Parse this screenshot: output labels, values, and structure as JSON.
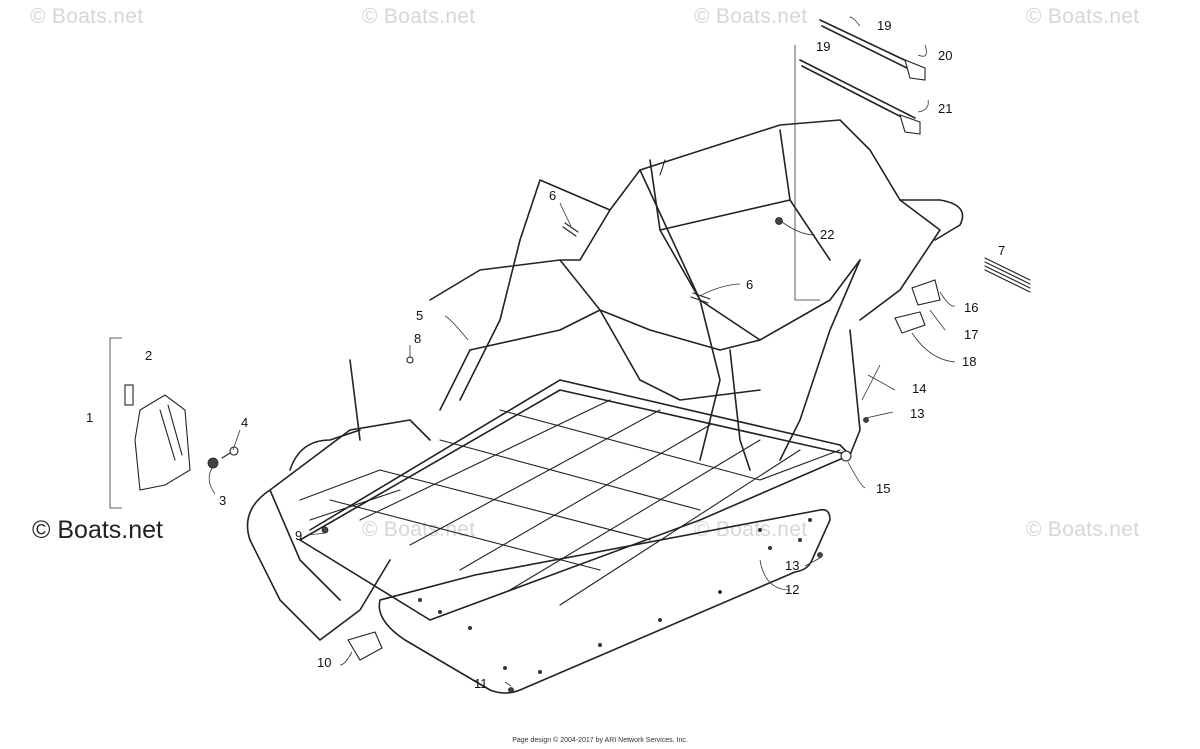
{
  "watermark": "© Boats.net",
  "main_watermark": "© Boats.net",
  "footer": "Page design © 2004-2017 by ARI Network Services, Inc.",
  "callouts": [
    "19",
    "20",
    "19",
    "21",
    "22",
    "7",
    "16",
    "17",
    "18",
    "14",
    "13",
    "15",
    "13",
    "12",
    "11",
    "10",
    "9",
    "6",
    "6",
    "5",
    "8",
    "2",
    "1",
    "4",
    "3"
  ]
}
